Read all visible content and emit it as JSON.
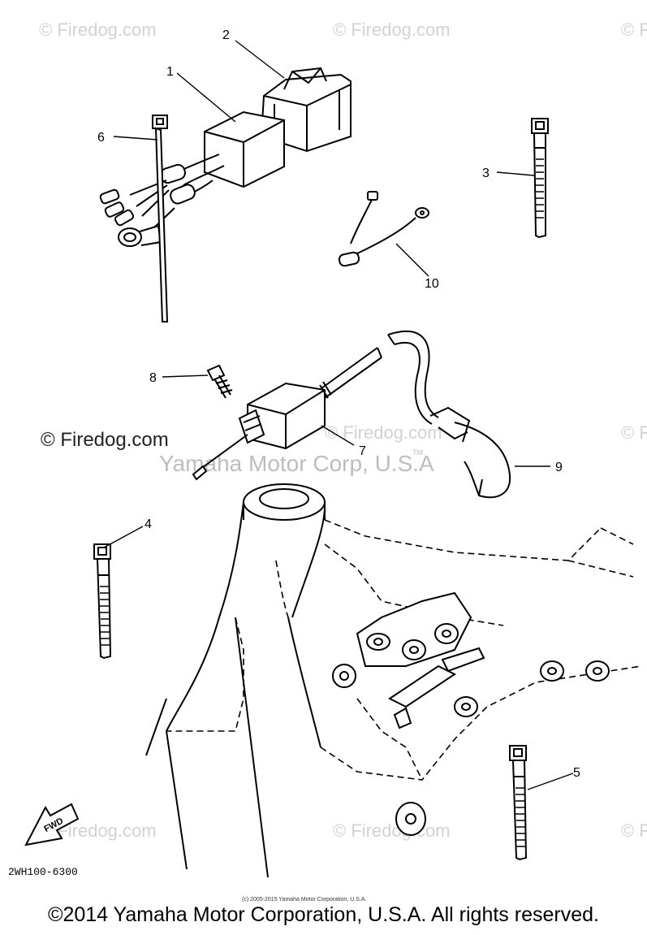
{
  "watermarks": {
    "site": "© Firedog.com",
    "center": "Yamaha Motor Corp, U.S.A",
    "tm": "TM"
  },
  "callouts": [
    {
      "id": "1",
      "text": "1"
    },
    {
      "id": "2",
      "text": "2"
    },
    {
      "id": "3",
      "text": "3"
    },
    {
      "id": "4",
      "text": "4"
    },
    {
      "id": "5",
      "text": "5"
    },
    {
      "id": "6",
      "text": "6"
    },
    {
      "id": "7",
      "text": "7"
    },
    {
      "id": "8",
      "text": "8"
    },
    {
      "id": "9",
      "text": "9"
    },
    {
      "id": "10",
      "text": "10"
    }
  ],
  "fwd_label": "FWD",
  "diagram_code": "2WH100-6300",
  "fine_print": "(c) 2005-2015 Yamaha Motor Corporation, U.S.A.",
  "copyright": "©2014 Yamaha Motor Corporation, U.S.A. All rights reserved."
}
